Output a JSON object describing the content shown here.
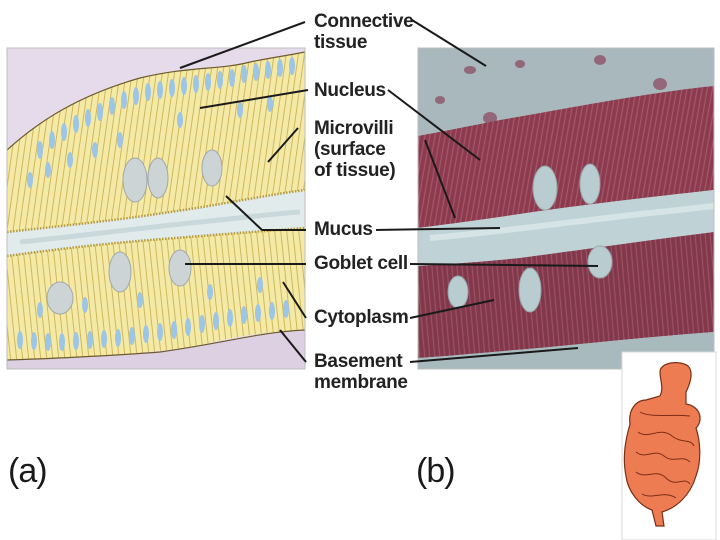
{
  "labels": {
    "connective_tissue": [
      "Connective",
      "tissue"
    ],
    "nucleus": "Nucleus",
    "microvilli": [
      "Microvilli",
      "(surface",
      "of tissue)"
    ],
    "mucus": "Mucus",
    "goblet_cell": "Goblet cell",
    "cytoplasm": "Cytoplasm",
    "basement_membrane": [
      "Basement",
      "membrane"
    ]
  },
  "panels": {
    "a": "(a)",
    "b": "(b)"
  },
  "colors": {
    "cytoplasm_yellow": "#f4eaa6",
    "nucleus_blue": "#9cc5e6",
    "connective_lavender": "#e8dcec",
    "mucus": "#dfe8ea",
    "stain_red": "#8a3a4c",
    "stain_blue": "#9fbcc2",
    "intestine": "#ee7c52"
  }
}
